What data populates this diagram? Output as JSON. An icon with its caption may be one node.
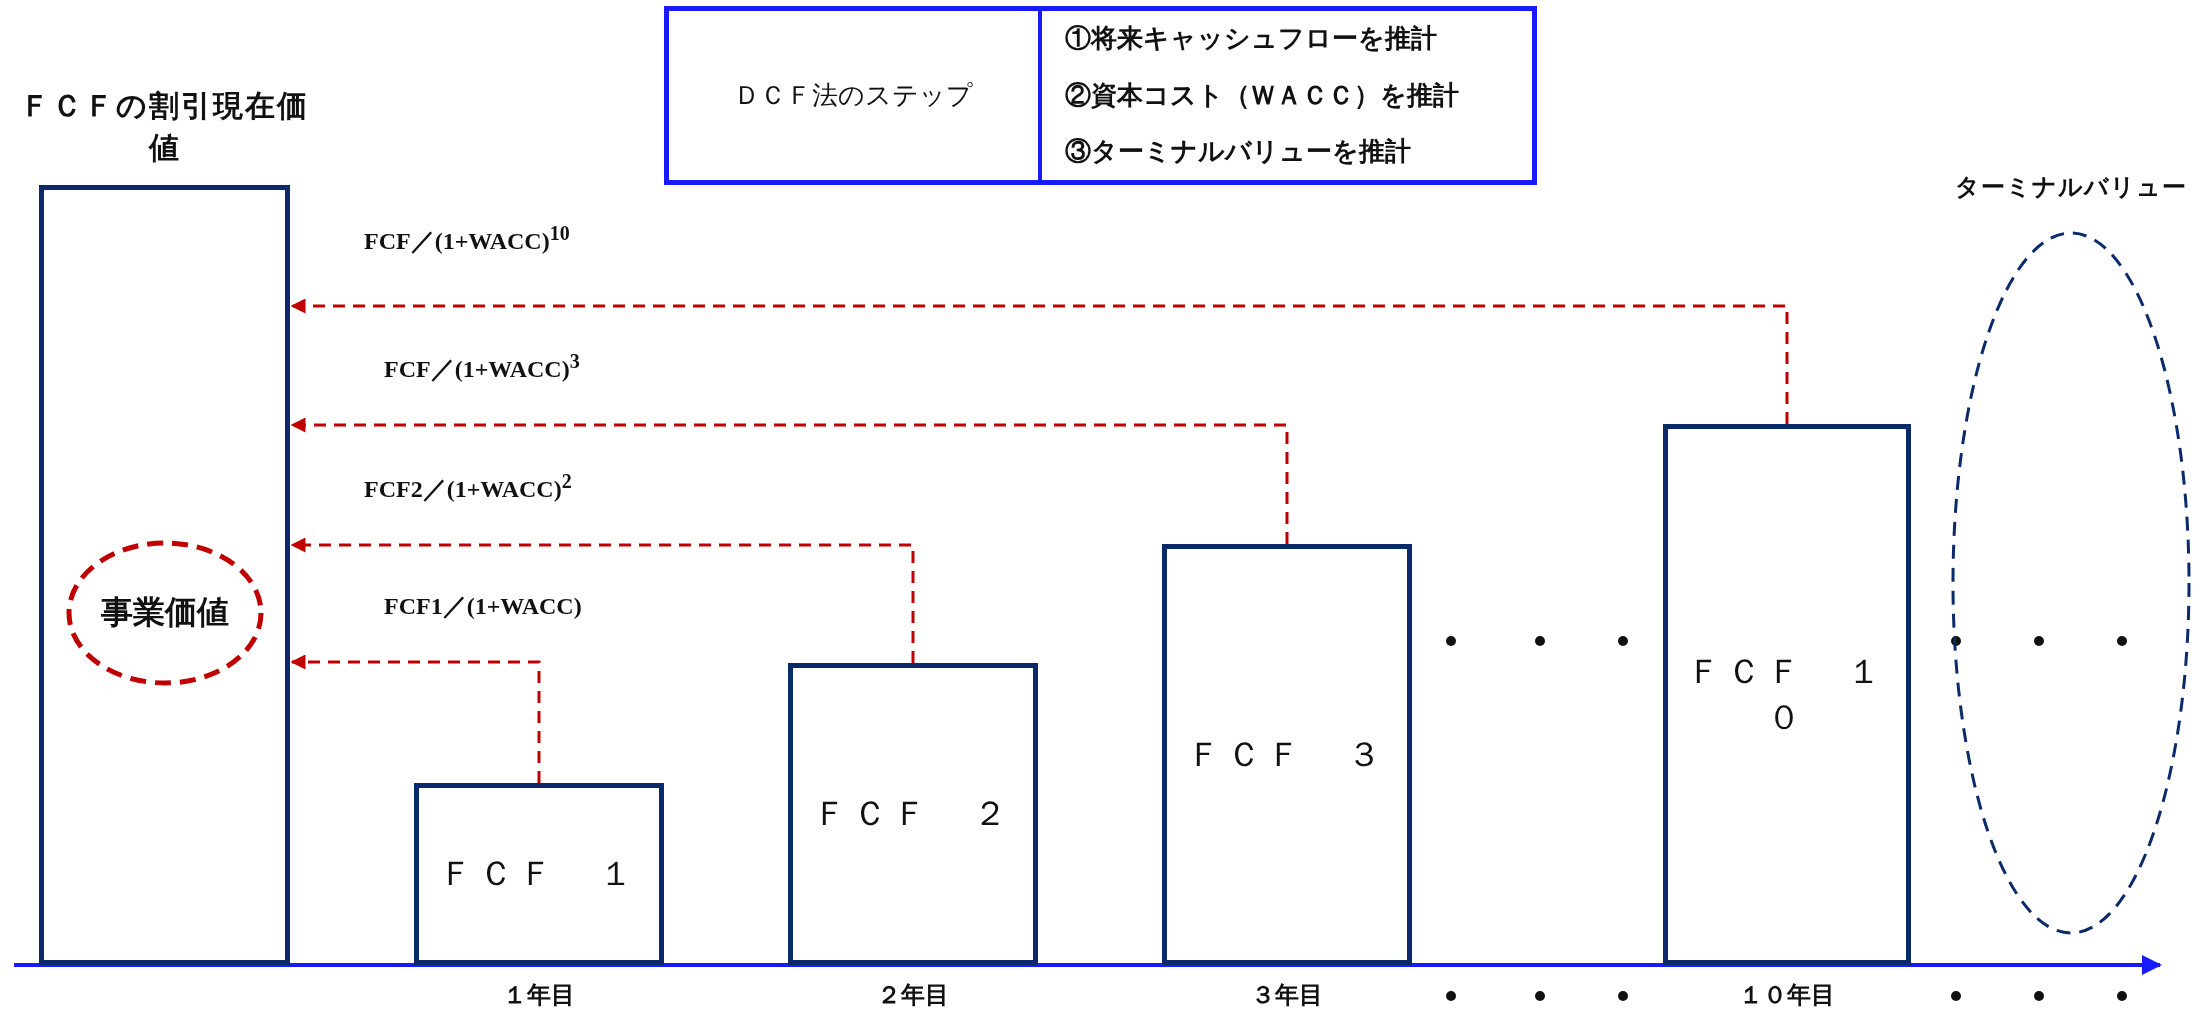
{
  "diagram": {
    "nodes": [
      {
        "text": [
          "ＦＣＦの割引現在価値"
        ]
      },
      {
        "text": [
          "事業価値"
        ],
        "in": 0
      },
      {
        "text": [
          "ＦＣＦ　１"
        ],
        "beside": [
          "１年目"
        ]
      },
      {
        "text": [
          "ＦＣＦ　２"
        ],
        "beside": [
          "２年目"
        ]
      },
      {
        "text": [
          "ＦＣＦ　３"
        ],
        "beside": [
          "３年目"
        ]
      },
      {
        "text": [
          "ＦＣＦ　１０"
        ],
        "beside": [
          "１０年目"
        ]
      },
      {
        "text": [
          "ターミナルバリュー"
        ]
      },
      {
        "text": [
          "ＤＣＦ法のステップ",
          "①将来キャッシュフローを推計",
          "②資本コスト（ＷＡＣＣ）を推計",
          "③ターミナルバリューを推計"
        ]
      }
    ],
    "edges": [
      {
        "from": 2,
        "to": 0,
        "arrow": "to",
        "label": "FCF1／(1+WACC)",
        "style": "dashed"
      },
      {
        "from": 3,
        "to": 0,
        "arrow": "to",
        "label": "FCF2／(1+WACC)$^{2}$",
        "style": "dashed"
      },
      {
        "from": 4,
        "to": 0,
        "arrow": "to",
        "label": "FCF／(1+WACC)$^{3}$",
        "style": "dashed"
      },
      {
        "from": 5,
        "to": 0,
        "arrow": "to",
        "label": "FCF／(1+WACC)$^{10}$",
        "style": "dashed"
      }
    ]
  }
}
